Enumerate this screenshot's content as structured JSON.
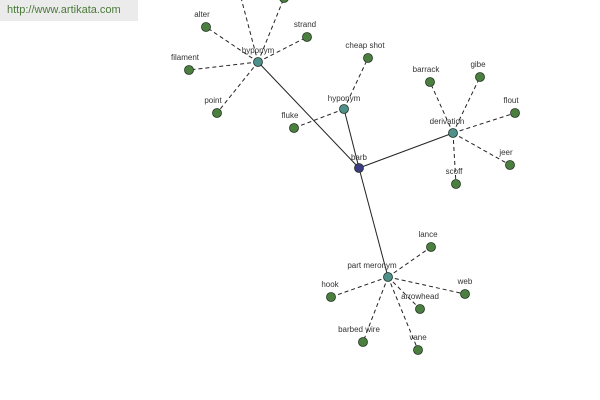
{
  "site": {
    "url": "http://www.artikata.com"
  },
  "colors": {
    "center": "#3b3b86",
    "hub": "#4f8f8c",
    "leaf": "#4b7f3f",
    "edge": "#222222",
    "url_text": "#4a7a3a"
  },
  "graph": {
    "center": {
      "id": "barb",
      "label": "barb"
    },
    "hubs": [
      {
        "id": "hyponym1",
        "label": "hyponym"
      },
      {
        "id": "hyponym2",
        "label": "hyponym"
      },
      {
        "id": "derivation",
        "label": "derivation"
      },
      {
        "id": "partmeronym",
        "label": "part meronym"
      }
    ],
    "leaves": [
      {
        "id": "alter",
        "label": "alter",
        "hub": "hyponym1"
      },
      {
        "id": "strand",
        "label": "strand",
        "hub": "hyponym1"
      },
      {
        "id": "filament",
        "label": "filament",
        "hub": "hyponym1"
      },
      {
        "id": "point",
        "label": "point",
        "hub": "hyponym1"
      },
      {
        "id": "offtop1",
        "label": "",
        "hub": "hyponym1"
      },
      {
        "id": "offtop2",
        "label": "",
        "hub": "hyponym1"
      },
      {
        "id": "cheapshot",
        "label": "cheap shot",
        "hub": "hyponym2"
      },
      {
        "id": "fluke",
        "label": "fluke",
        "hub": "hyponym2"
      },
      {
        "id": "barrack",
        "label": "barrack",
        "hub": "derivation"
      },
      {
        "id": "gibe",
        "label": "gibe",
        "hub": "derivation"
      },
      {
        "id": "flout",
        "label": "flout",
        "hub": "derivation"
      },
      {
        "id": "jeer",
        "label": "jeer",
        "hub": "derivation"
      },
      {
        "id": "scoff",
        "label": "scoff",
        "hub": "derivation"
      },
      {
        "id": "lance",
        "label": "lance",
        "hub": "partmeronym"
      },
      {
        "id": "hook",
        "label": "hook",
        "hub": "partmeronym"
      },
      {
        "id": "web",
        "label": "web",
        "hub": "partmeronym"
      },
      {
        "id": "arrowhead",
        "label": "arrowhead",
        "hub": "partmeronym"
      },
      {
        "id": "barbedwire",
        "label": "barbed wire",
        "hub": "partmeronym"
      },
      {
        "id": "vane",
        "label": "vane",
        "hub": "partmeronym"
      }
    ]
  }
}
